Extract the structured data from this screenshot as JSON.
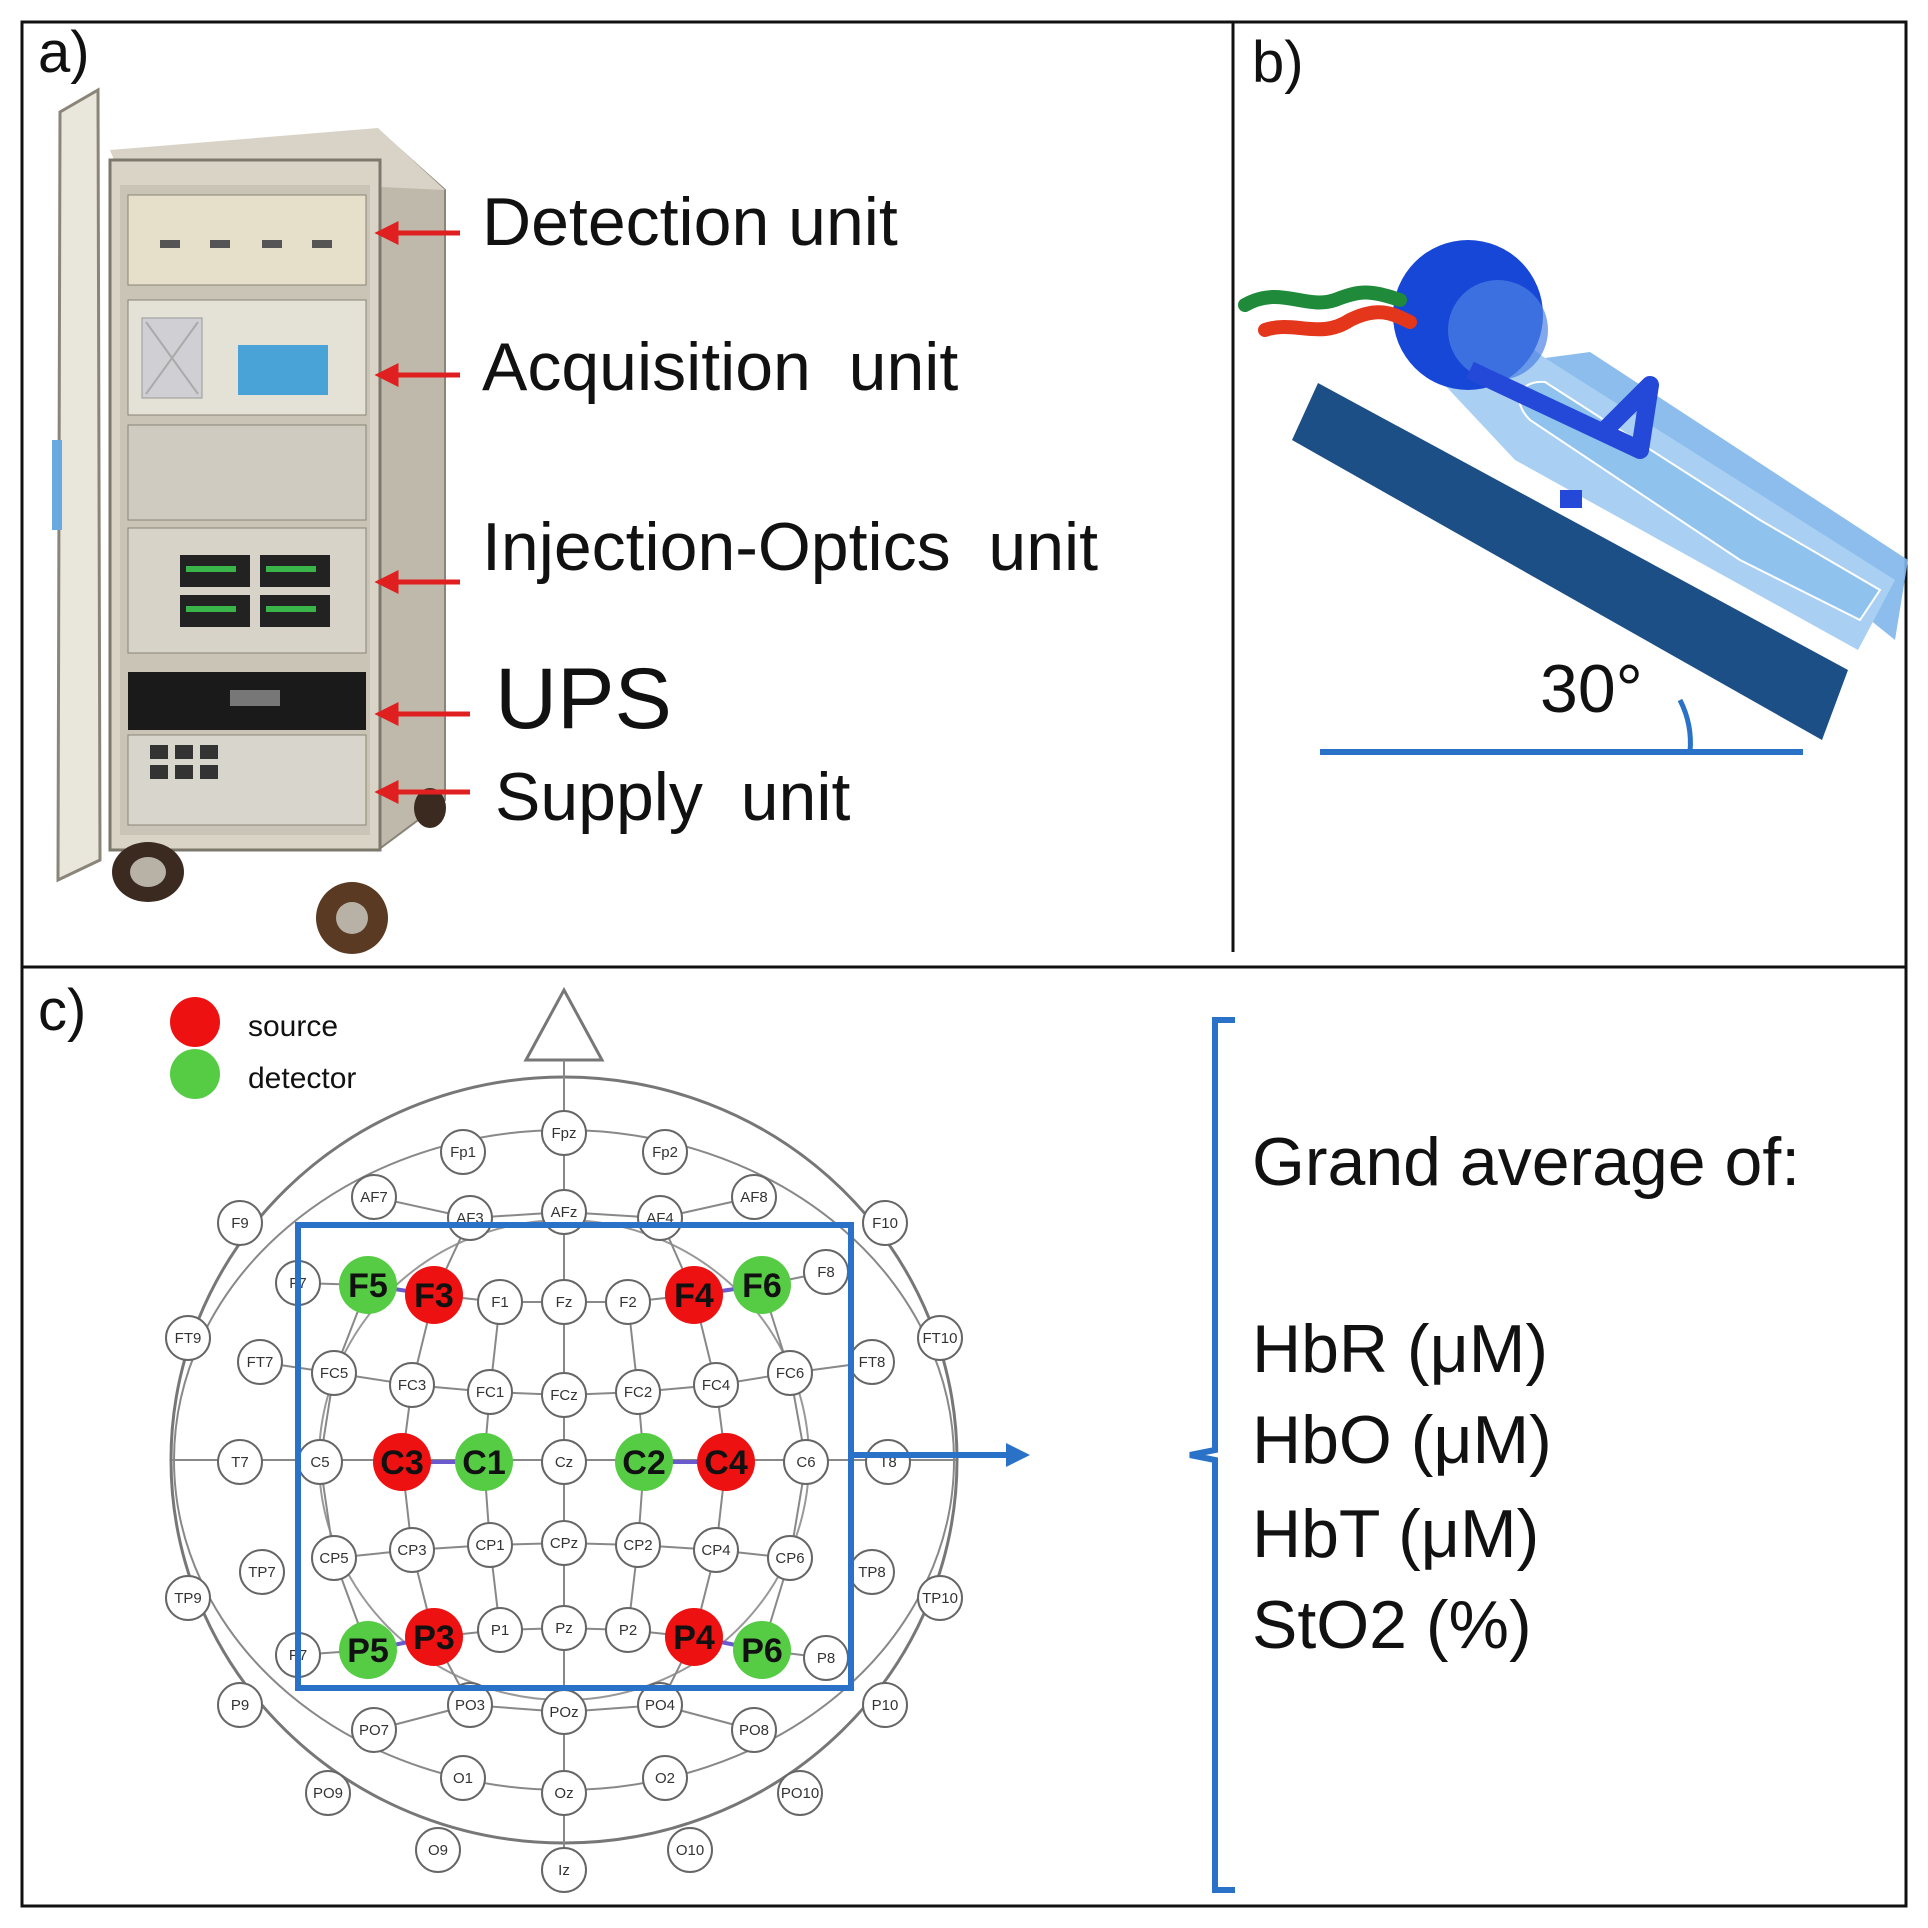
{
  "panel_a": {
    "tag": "a)",
    "labels": [
      {
        "text": "Detection unit"
      },
      {
        "text": "Acquisition  unit"
      },
      {
        "text": "Injection-Optics  unit"
      },
      {
        "text": "UPS"
      },
      {
        "text": "Supply  unit"
      }
    ]
  },
  "panel_b": {
    "tag": "b)",
    "angle_label": "30°"
  },
  "panel_c": {
    "tag": "c)",
    "legend": [
      {
        "text": "source",
        "color": "#ee1111"
      },
      {
        "text": "detector",
        "color": "#55cc44"
      }
    ],
    "grand_title": "Grand average of:",
    "measures": [
      "HbR (μM)",
      "HbO (μM)",
      "HbT (μM)",
      "StO2 (%)"
    ],
    "electrodes": [
      {
        "label": "Fpz"
      },
      {
        "label": "Fp1"
      },
      {
        "label": "Fp2"
      },
      {
        "label": "AF7"
      },
      {
        "label": "AF3"
      },
      {
        "label": "AFz"
      },
      {
        "label": "AF4"
      },
      {
        "label": "AF8"
      },
      {
        "label": "F9"
      },
      {
        "label": "F7"
      },
      {
        "label": "F5",
        "role": "detector"
      },
      {
        "label": "F3",
        "role": "source"
      },
      {
        "label": "F1"
      },
      {
        "label": "Fz"
      },
      {
        "label": "F2"
      },
      {
        "label": "F4",
        "role": "source"
      },
      {
        "label": "F6",
        "role": "detector"
      },
      {
        "label": "F8"
      },
      {
        "label": "F10"
      },
      {
        "label": "FT9"
      },
      {
        "label": "FT7"
      },
      {
        "label": "FC5"
      },
      {
        "label": "FC3"
      },
      {
        "label": "FC1"
      },
      {
        "label": "FCz"
      },
      {
        "label": "FC2"
      },
      {
        "label": "FC4"
      },
      {
        "label": "FC6"
      },
      {
        "label": "FT8"
      },
      {
        "label": "FT10"
      },
      {
        "label": "T7"
      },
      {
        "label": "C5"
      },
      {
        "label": "C3",
        "role": "source"
      },
      {
        "label": "C1",
        "role": "detector"
      },
      {
        "label": "Cz"
      },
      {
        "label": "C2",
        "role": "detector"
      },
      {
        "label": "C4",
        "role": "source"
      },
      {
        "label": "C6"
      },
      {
        "label": "T8"
      },
      {
        "label": "TP9"
      },
      {
        "label": "TP7"
      },
      {
        "label": "CP5"
      },
      {
        "label": "CP3"
      },
      {
        "label": "CP1"
      },
      {
        "label": "CPz"
      },
      {
        "label": "CP2"
      },
      {
        "label": "CP4"
      },
      {
        "label": "CP6"
      },
      {
        "label": "TP8"
      },
      {
        "label": "TP10"
      },
      {
        "label": "P9"
      },
      {
        "label": "P7"
      },
      {
        "label": "P5",
        "role": "detector"
      },
      {
        "label": "P3",
        "role": "source"
      },
      {
        "label": "P1"
      },
      {
        "label": "Pz"
      },
      {
        "label": "P2"
      },
      {
        "label": "P4",
        "role": "source"
      },
      {
        "label": "P6",
        "role": "detector"
      },
      {
        "label": "P8"
      },
      {
        "label": "P10"
      },
      {
        "label": "PO7"
      },
      {
        "label": "PO3"
      },
      {
        "label": "POz"
      },
      {
        "label": "PO4"
      },
      {
        "label": "PO8"
      },
      {
        "label": "PO9"
      },
      {
        "label": "O1"
      },
      {
        "label": "Oz"
      },
      {
        "label": "O2"
      },
      {
        "label": "PO10"
      },
      {
        "label": "O9"
      },
      {
        "label": "Iz"
      },
      {
        "label": "O10"
      }
    ]
  },
  "colors": {
    "source": "#ee1111",
    "detector": "#55cc44",
    "accent_blue": "#2a72c8",
    "arrow_red": "#e02020"
  }
}
